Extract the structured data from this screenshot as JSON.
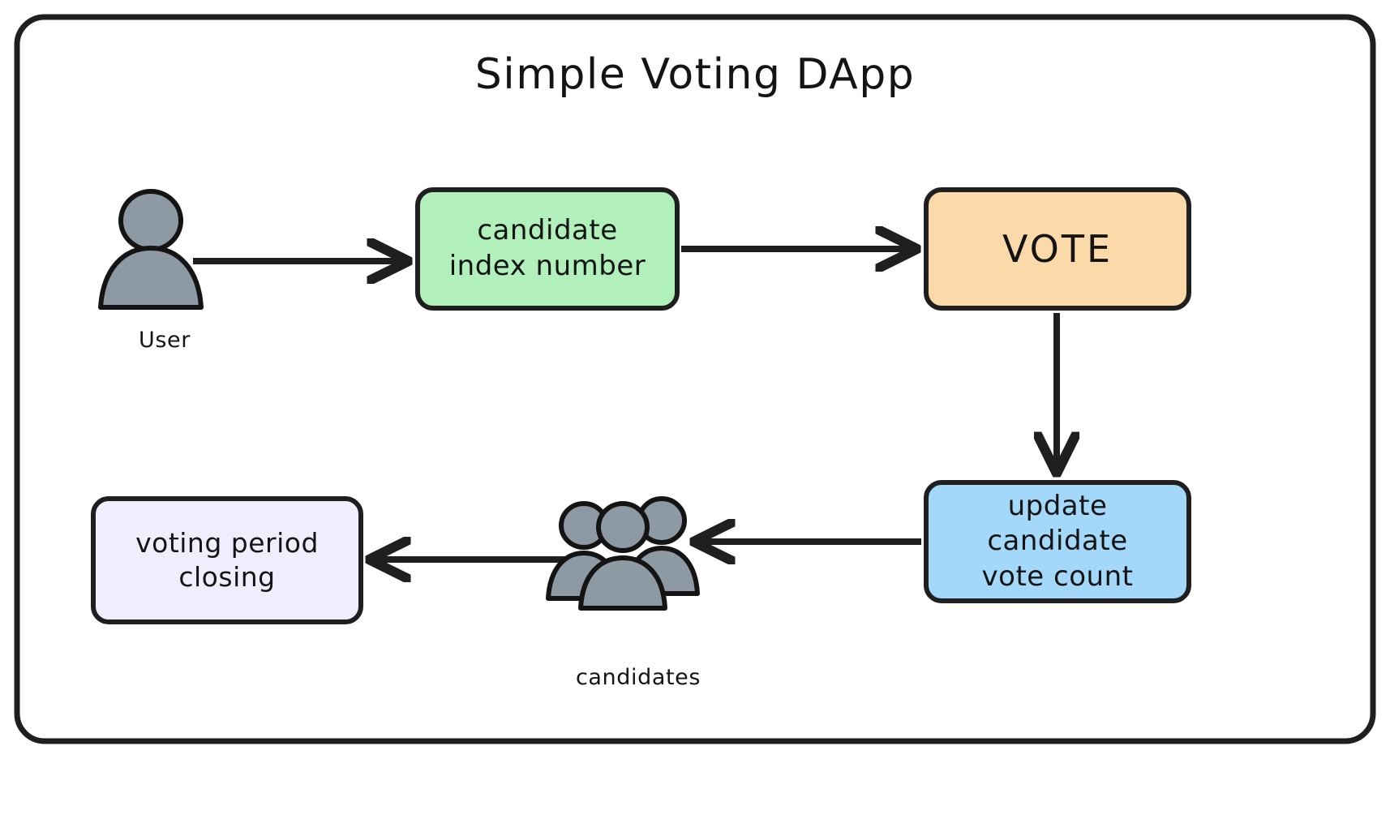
{
  "diagram": {
    "title": "Simple Voting DApp",
    "background_color": "#ffffff",
    "stroke_color": "#1f1f1f",
    "actor_fill_color": "#8d99a3",
    "nodes": [
      {
        "id": "candidate-index",
        "label": "candidate\nindex number",
        "fill": "#b1f0ba",
        "shape": "rounded-rectangle"
      },
      {
        "id": "vote",
        "label": "VOTE",
        "fill": "#fbd9a8",
        "shape": "rounded-rectangle"
      },
      {
        "id": "update-count",
        "label": "update candidate\nvote count",
        "fill": "#a4d8fb",
        "shape": "rounded-rectangle"
      },
      {
        "id": "voting-closing",
        "label": "voting period\nclosing",
        "fill": "#f0eefc",
        "shape": "rounded-rectangle"
      }
    ],
    "actors": [
      {
        "id": "user",
        "label": "User",
        "icon": "single-person-icon"
      },
      {
        "id": "candidates",
        "label": "candidates",
        "icon": "group-of-people-icon"
      }
    ],
    "edges": [
      {
        "id": "user-to-candidate-index",
        "from": "user",
        "to": "candidate-index",
        "direction": "right"
      },
      {
        "id": "candidate-index-to-vote",
        "from": "candidate-index",
        "to": "vote",
        "direction": "right"
      },
      {
        "id": "vote-to-update-count",
        "from": "vote",
        "to": "update-count",
        "direction": "down"
      },
      {
        "id": "update-count-to-candidates",
        "from": "update-count",
        "to": "candidates",
        "direction": "left"
      },
      {
        "id": "candidates-to-voting-closing",
        "from": "candidates",
        "to": "voting-closing",
        "direction": "left"
      }
    ]
  }
}
